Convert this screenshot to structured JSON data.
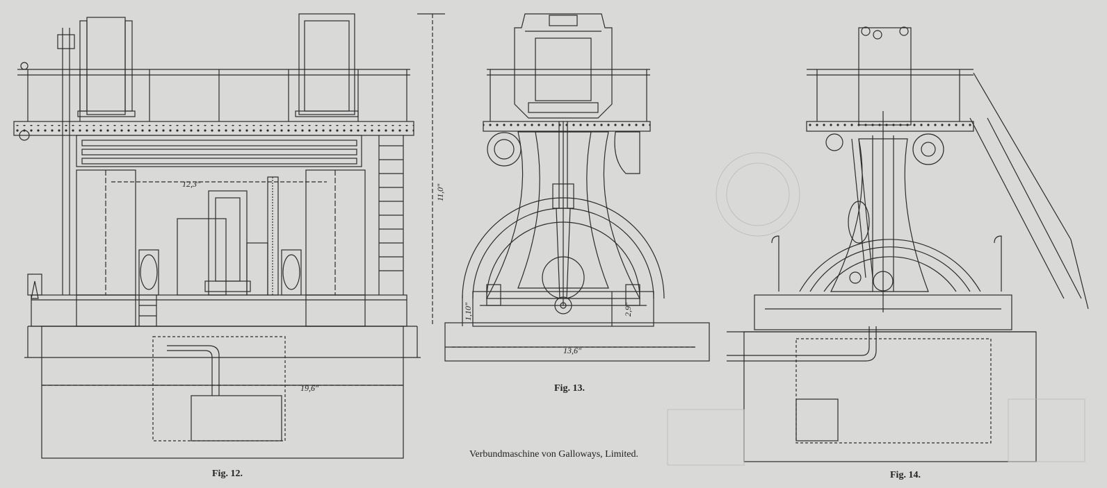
{
  "plate": {
    "title": "Verbundmaschine von Galloways, Limited.",
    "figures": [
      {
        "id": "fig12",
        "caption": "Fig. 12."
      },
      {
        "id": "fig13",
        "caption": "Fig. 13."
      },
      {
        "id": "fig14",
        "caption": "Fig. 14."
      }
    ],
    "dimensions": {
      "fig12_width_upper": "12,3\"",
      "fig12_width_lower": "19,6\"",
      "height_total": "11,0\"",
      "fig13_base_height": "1,10\"",
      "fig13_crank_height": "2,9\"",
      "fig13_width": "13,6\""
    }
  },
  "colors": {
    "paper": "#d9d9d7",
    "ink": "#2b2b2b"
  }
}
